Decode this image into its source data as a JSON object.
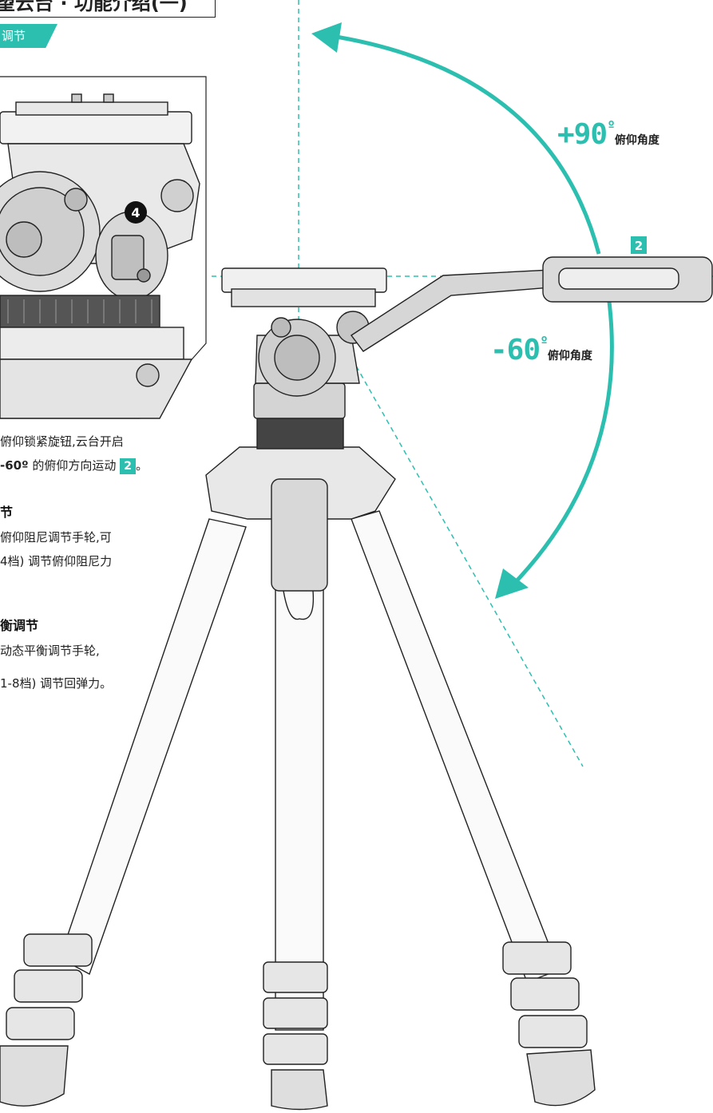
{
  "header": {
    "title": "望云台 · 功能介绍(一)",
    "tab_label": "调节"
  },
  "angles": {
    "up_value": "+90",
    "up_label": "俯仰角度",
    "down_value": "-60",
    "down_label": "俯仰角度",
    "degree_symbol": "º"
  },
  "badges": {
    "handle_badge": "2",
    "inline_badge": "2",
    "inset_number": "4"
  },
  "body": {
    "para1_line1": "俯仰锁紧旋钮,云台开启",
    "para1_line2_value": "-60º",
    "para1_line2_text": "的俯仰方向运动",
    "para1_line2_end": "。",
    "heading2": "节",
    "para2_line1": "俯仰阻尼调节手轮,可",
    "para2_line2": "4档) 调节俯仰阻尼力",
    "heading3": "衡调节",
    "para3_line1": "动态平衡调节手轮,",
    "para3_line2": "1-8档) 调节回弹力。"
  },
  "colors": {
    "accent": "#2cbfb0",
    "line": "#222222"
  }
}
